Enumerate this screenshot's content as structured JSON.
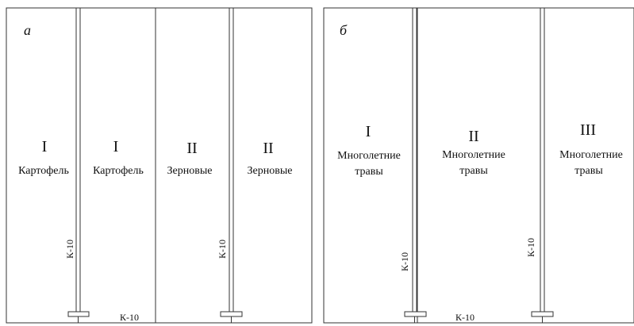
{
  "panels": {
    "a": {
      "letter": "а",
      "fields": [
        {
          "numeral": "I",
          "crop": "Картофель"
        },
        {
          "numeral": "I",
          "crop": "Картофель"
        },
        {
          "numeral": "II",
          "crop": "Зерновые"
        },
        {
          "numeral": "II",
          "crop": "Зерновые"
        }
      ],
      "vertical_pipe_labels": [
        "К-10",
        "К-10"
      ],
      "horizontal_pipe_label": "К-10"
    },
    "b": {
      "letter": "б",
      "fields": [
        {
          "numeral": "I",
          "crop_line1": "Многолетние",
          "crop_line2": "травы"
        },
        {
          "numeral": "II",
          "crop_line1": "Многолетние",
          "crop_line2": "травы"
        },
        {
          "numeral": "III",
          "crop_line1": "Многолетние",
          "crop_line2": "травы"
        }
      ],
      "vertical_pipe_labels": [
        "К-10",
        "К-10"
      ],
      "horizontal_pipe_label": "К-10"
    }
  }
}
